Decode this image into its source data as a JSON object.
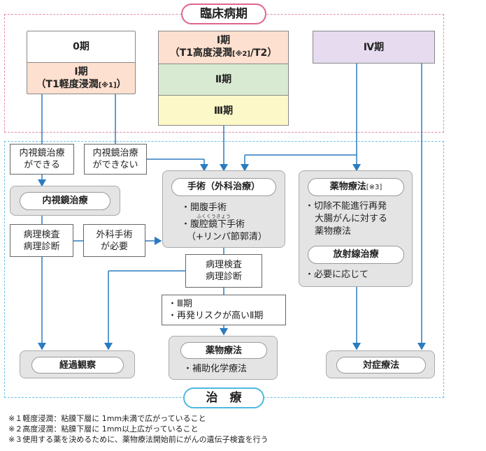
{
  "header": {
    "title": "臨床病期"
  },
  "footer_title": "治　療",
  "stages": {
    "stage0": "0期",
    "stage1_light_main": "Ⅰ期",
    "stage1_light_sub": "（T1軽度浸潤",
    "stage1_light_note": "[※1]",
    "stage1_light_close": "）",
    "stage1_heavy_main": "Ⅰ期",
    "stage1_heavy_sub": "（T1高度浸潤",
    "stage1_heavy_note": "[※2]",
    "stage1_heavy_close": "/T2）",
    "stage2": "Ⅱ期",
    "stage3": "Ⅲ期",
    "stage4": "Ⅳ期"
  },
  "decisions": {
    "endo_possible": [
      "内視鏡治療",
      "ができる"
    ],
    "endo_impossible": [
      "内視鏡治療",
      "ができない"
    ],
    "pathology_left": [
      "病理検査",
      "病理診断"
    ],
    "surgery_needed": [
      "外科手術",
      "が必要"
    ],
    "pathology_center": [
      "病理検査",
      "病理診断"
    ]
  },
  "treatments": {
    "endoscopic": "内視鏡治療",
    "surgery_title": "手術（外科治療）",
    "surgery_item1": "・開腹手術",
    "surgery_item2": "・腹腔鏡下手術",
    "surgery_ruby": "ふくくうきょう",
    "surgery_item3": "（+リンパ節郭清）",
    "drug_title": "薬物療法",
    "drug_note": "[※3]",
    "drug_items": [
      "・切除不能進行再発",
      "大腸がんに対する",
      "薬物療法"
    ],
    "radiation_title": "放射線治療",
    "radiation_item": "・必要に応じて",
    "conditions": [
      "・Ⅲ期",
      "・再発リスクが高いⅡ期"
    ],
    "chemo_title": "薬物療法",
    "chemo_item": "・補助化学療法",
    "observation": "経過観察",
    "symptomatic": "対症療法"
  },
  "footnotes": [
    "※１軽度浸潤：粘膜下層に 1mm未満で広がっていること",
    "※２高度浸潤：粘膜下層に 1mm以上広がっていること",
    "※３使用する薬を決めるために、薬物療法開始前にがんの遺伝子検査を行う"
  ],
  "colors": {
    "pink": "#e0658a",
    "blue": "#4fb8e0",
    "orange": "#fde0cf",
    "green": "#d8ead2",
    "yellow": "#fdf8c8",
    "purple": "#e6dbef",
    "line": "#2b7bc0"
  }
}
